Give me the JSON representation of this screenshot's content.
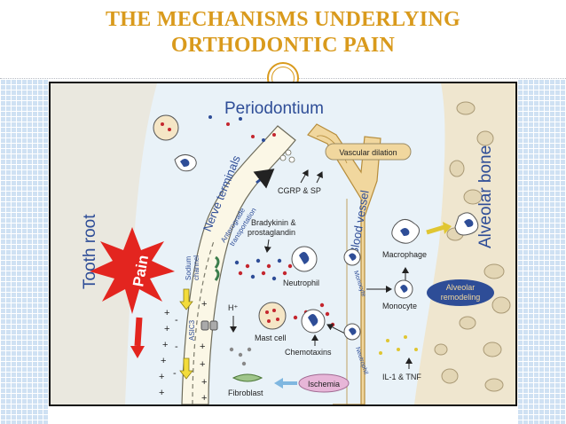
{
  "slide": {
    "title_line1": "THE MECHANISMS UNDERLYING",
    "title_line2": "ORTHODONTIC PAIN"
  },
  "colors": {
    "title": "#d99a1c",
    "tooth_root": "#eae8df",
    "alveolar_bone": "#efe6cf",
    "blood_vessel": "#f1d79e",
    "pain": "#e3251f",
    "ischemia": "#e7b6d8",
    "remodeling": "#2e4d97",
    "side_pattern": "#cfe1f3"
  },
  "diagram": {
    "periodontium": "Periodontium",
    "tooth_root": "Tooth root",
    "alveolar_bone": "Alveolar bone",
    "nerve_terminals": "Nerve terminals",
    "blood_vessel": "Blood vessel",
    "pain": "Pain",
    "vascular_dilation": "Vascular dilation",
    "cgrp_sp": "CGRP & SP",
    "anterograde_line1": "Anterograde",
    "anterograde_line2": "transportation",
    "bradykinin_line1": "Bradykinin &",
    "bradykinin_line2": "prostaglandin",
    "sodium_line1": "Sodium",
    "sodium_line2": "channel",
    "asic3": "ASIC3",
    "h_plus": "H⁺",
    "neutrophil": "Neutrophil",
    "neutrophil_vessel": "Neutrophil",
    "monocyte_vessel": "Monocyte",
    "macrophage": "Macrophage",
    "monocyte": "Monocyte",
    "alveolar_remodeling_line1": "Alveolar",
    "alveolar_remodeling_line2": "remodeling",
    "mast_cell": "Mast cell",
    "chemotaxins": "Chemotaxins",
    "ischemia": "Ischemia",
    "il1_tnf": "IL-1 & TNF",
    "fibroblast": "Fibroblast",
    "membrane_plus": "+",
    "membrane_minus": "-"
  }
}
